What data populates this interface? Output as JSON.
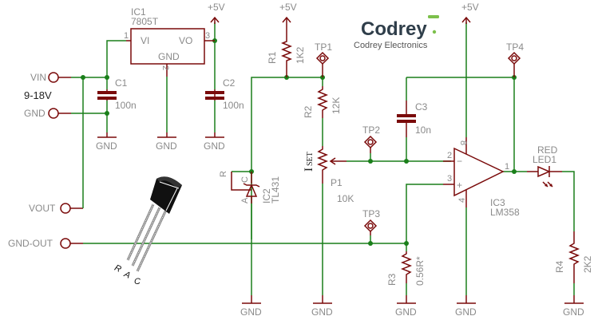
{
  "logo": {
    "brand": "Codrey",
    "tagline": "Codrey Electronics",
    "badge_color": "#7cc04b",
    "text_color": "#2f3e4a"
  },
  "colors": {
    "wire": "#1a7f1a",
    "component": "#7a0a0a",
    "label": "#8a8a8a"
  },
  "connectors": {
    "vin": "VIN",
    "gnd": "GND",
    "vout": "VOUT",
    "gnd_out": "GND-OUT",
    "input_range": "9-18V"
  },
  "supply": {
    "plus5v": "+5V",
    "gnd": "GND"
  },
  "ic1": {
    "name": "IC1",
    "part": "7805T",
    "pin_vi": "VI",
    "pin_vo": "VO",
    "pin_gnd": "GND",
    "pin1": "1",
    "pin2": "2",
    "pin3": "3"
  },
  "c1": {
    "name": "C1",
    "value": "100n"
  },
  "c2": {
    "name": "C2",
    "value": "100n"
  },
  "c3": {
    "name": "C3",
    "value": "10n"
  },
  "r1": {
    "name": "R1",
    "value": "1K2"
  },
  "r2": {
    "name": "R2",
    "value": "12K"
  },
  "r3": {
    "name": "R3",
    "value": "0.56R*"
  },
  "r4": {
    "name": "R4",
    "value": "2K2"
  },
  "p1": {
    "name": "P1",
    "value": "10K",
    "label_main": "I",
    "label_sub": "SET"
  },
  "ic2": {
    "name": "IC2",
    "part": "TL431",
    "pin_r": "R",
    "pin_a": "A",
    "pin_c": "C"
  },
  "ic3": {
    "name": "IC3",
    "part": "LM358",
    "pin1": "1",
    "pin2": "2",
    "pin3": "3",
    "pin4": "4",
    "pin8": "8",
    "minus": "−",
    "plus": "+"
  },
  "led1": {
    "name": "LED1",
    "color": "RED"
  },
  "testpoints": [
    "TP1",
    "TP2",
    "TP3",
    "TP4"
  ],
  "to92_pins": [
    "R",
    "A",
    "C"
  ]
}
